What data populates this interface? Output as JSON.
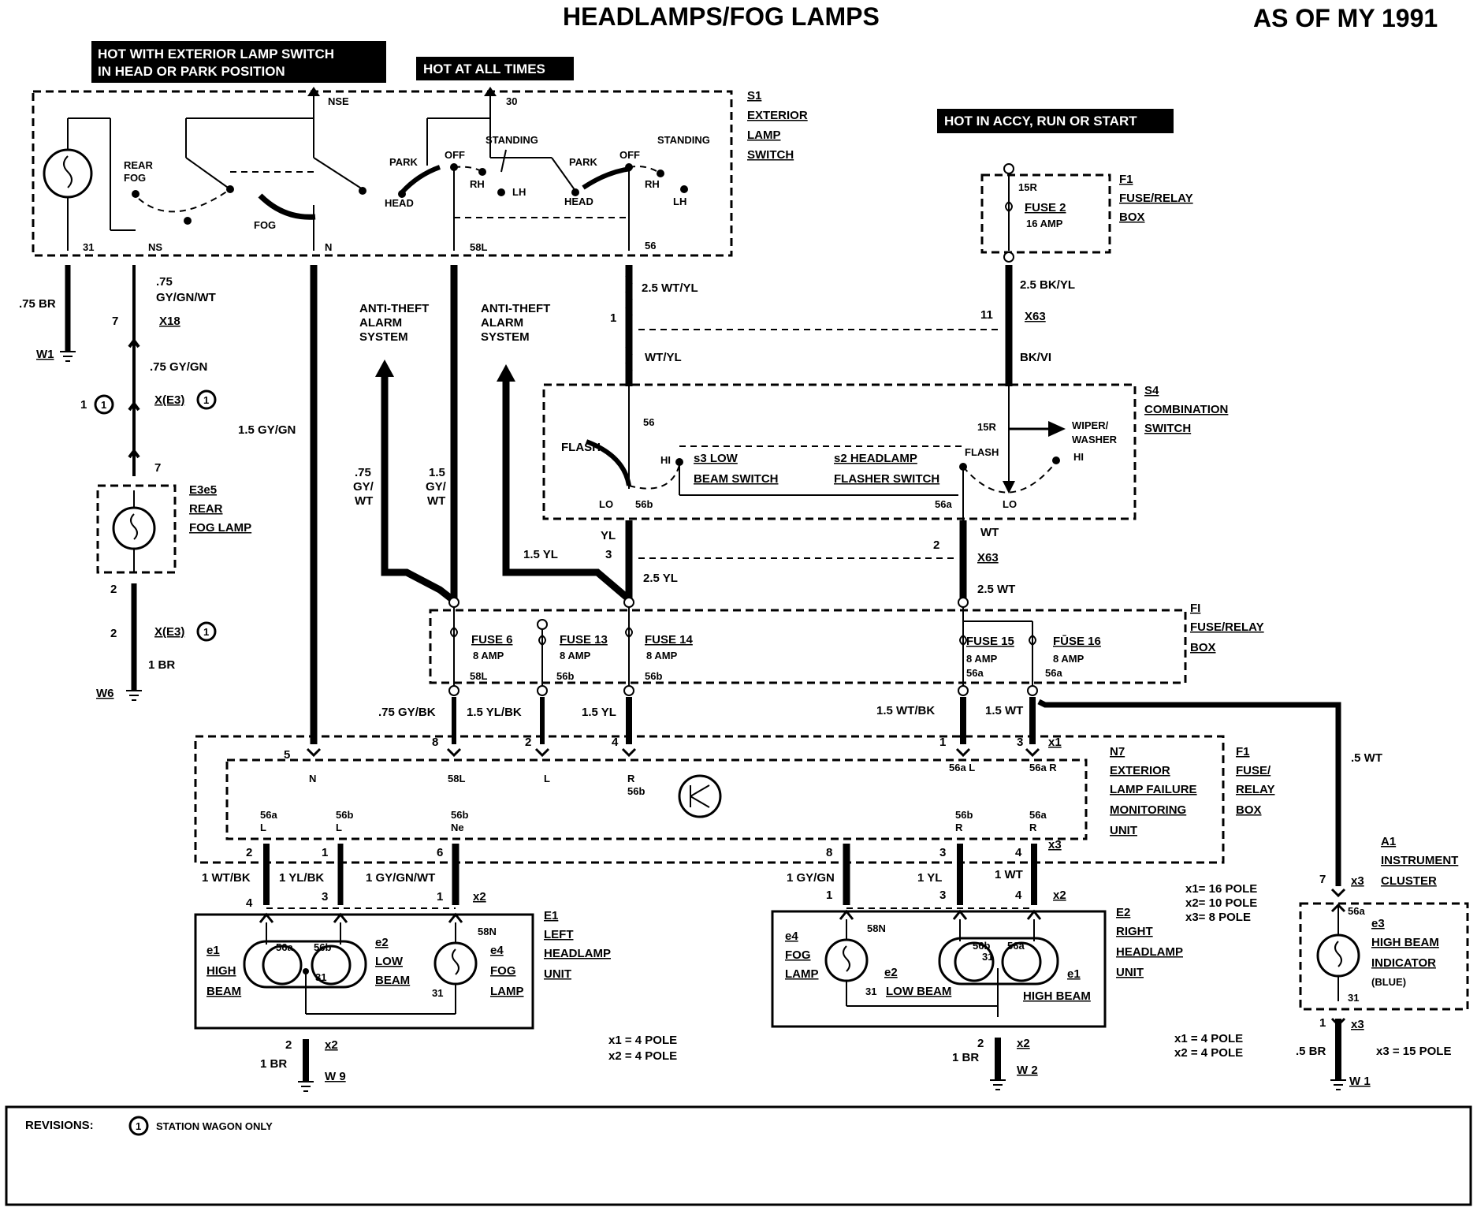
{
  "title": "HEADLAMPS/FOG LAMPS",
  "model_year": "AS OF MY 1991",
  "banners": {
    "ext_lamp_line1": "HOT WITH EXTERIOR LAMP SWITCH",
    "ext_lamp_line2": "IN HEAD OR PARK POSITION",
    "hot_always": "HOT AT ALL TIMES",
    "hot_accy": "HOT IN ACCY, RUN OR START"
  },
  "s1": {
    "id": "S1",
    "l1": "EXTERIOR",
    "l2": "LAMP",
    "l3": "SWITCH",
    "nse": "NSE",
    "t30": "30",
    "rear_fog_1": "REAR",
    "rear_fog_2": "FOG",
    "fog": "FOG",
    "park": "PARK",
    "off": "OFF",
    "standing": "STANDING",
    "head": "HEAD",
    "rh": "RH",
    "lh": "LH",
    "t31": "31",
    "tns": "NS",
    "tn": "N",
    "t58l": "58L",
    "t56": "56"
  },
  "f1_top": {
    "id": "F1",
    "l1": "FUSE/RELAY",
    "l2": "BOX",
    "t15r": "15R",
    "fuse": "FUSE 2",
    "amp": "16 AMP"
  },
  "s4": {
    "id": "S4",
    "l1": "COMBINATION",
    "l2": "SWITCH",
    "t56": "56",
    "t15r": "15R",
    "wiper1": "WIPER/",
    "wiper2": "WASHER",
    "flash": "FLASH",
    "hi": "HI",
    "lo": "LO",
    "s3a": "s3 LOW",
    "s3b": "BEAM SWITCH",
    "s2a": "s2 HEADLAMP",
    "s2b": "FLASHER SWITCH",
    "t56b": "56b",
    "t56a": "56a"
  },
  "wires": {
    "br75": ".75 BR",
    "gy_gn_wt_a": ".75",
    "gy_gn_wt_b": "GY/GN/WT",
    "gy_gn75": ".75 GY/GN",
    "gy_gn15": "1.5 GY/GN",
    "wt_yl25": "2.5 WT/YL",
    "wt_yl": "WT/YL",
    "bk_yl25": "2.5 BK/YL",
    "bk_vi": "BK/VI",
    "gy_wt75_a": ".75",
    "gy_wt75_b": "GY/",
    "gy_wt75_c": "WT",
    "gy_wt15_a": "1.5",
    "gy_wt15_b": "GY/",
    "gy_wt15_c": "WT",
    "yl": "YL",
    "yl15": "1.5 YL",
    "yl25": "2.5 YL",
    "wt": "WT",
    "wt25": "2.5 WT",
    "gy_bk75": ".75 GY/BK",
    "yl_bk15": "1.5 YL/BK",
    "yl15b": "1.5 YL",
    "wt_bk15": "1.5 WT/BK",
    "wt15": "1.5 WT",
    "wt5": ".5 WT",
    "br1": "1 BR",
    "wt_bk1": "1 WT/BK",
    "yl_bk1": "1 YL/BK",
    "gy_gn_wt1": "1 GY/GN/WT",
    "gy_gn1": "1 GY/GN",
    "yl1": "1 YL",
    "wt1": "1 WT",
    "br5": ".5 BR"
  },
  "anti_theft": {
    "l1": "ANTI-THEFT",
    "l2": "ALARM",
    "l3": "SYSTEM"
  },
  "connectors": {
    "x18": "X18",
    "xe3": "X(E3)",
    "x63": "X63",
    "x1": "x1",
    "x2": "x2",
    "x3": "x3",
    "w1": "W1",
    "w6": "W6",
    "w9": "W 9",
    "w2": "W 2",
    "w1b": "W 1"
  },
  "pins": {
    "p1": "1",
    "p2": "2",
    "p3": "3",
    "p4": "4",
    "p5": "5",
    "p6": "6",
    "p7": "7",
    "p8": "8",
    "p11": "11"
  },
  "e3e5": {
    "id": "E3e5",
    "l1": "REAR",
    "l2": "FOG LAMP"
  },
  "fusebox": {
    "id": "FI",
    "l1": "FUSE/RELAY",
    "l2": "BOX",
    "f6": "FUSE 6",
    "f13": "FUSE 13",
    "f14": "FUSE 14",
    "f15": "FUSE 15",
    "f16": "FŪSE 16",
    "amp8": "8 AMP",
    "amp8b": "8 AMP",
    "amp8c": "8 AMP",
    "amp8d": "8 AMP",
    "amp8e": "8 AMP",
    "t58l": "58L",
    "t56b": "56b",
    "t56b2": "56b",
    "t56a": "56a",
    "t56a2": "56a"
  },
  "n7": {
    "id": "N7",
    "l1": "EXTERIOR",
    "l2": "LAMP FAILURE",
    "l3": "MONITORING",
    "l4": "UNIT",
    "f1": "F1",
    "f1a": "FUSE/",
    "f1b": "RELAY",
    "f1c": "BOX",
    "n": "N",
    "t58l": "58L",
    "l": "L",
    "r": "R",
    "t56b": "56b",
    "t56al": "56a L",
    "t56ar": "56a R",
    "t56a": "56a",
    "t56bb": "56b",
    "t56bne": "56b",
    "ne": "Ne",
    "rr": "R",
    "ll": "L"
  },
  "e1": {
    "id": "E1",
    "l1": "LEFT",
    "l2": "HEADLAMP",
    "l3": "UNIT",
    "e1": "e1",
    "high": "HIGH",
    "beam": "BEAM",
    "e2": "e2",
    "low": "LOW",
    "beam2": "BEAM",
    "e4": "e4",
    "fog": "FOG",
    "lamp": "LAMP",
    "t56a": "56a",
    "t56b": "56b",
    "t31": "31",
    "t58n": "58N",
    "t31b": "31"
  },
  "e2": {
    "id": "E2",
    "l1": "RIGHT",
    "l2": "HEADLAMP",
    "l3": "UNIT",
    "e4": "e4",
    "fog": "FOG",
    "lamp": "LAMP",
    "t58n": "58N",
    "t31": "31",
    "e2": "e2",
    "low": "LOW BEAM",
    "e1": "e1",
    "high": "HIGH BEAM",
    "t56b": "56b",
    "t56a": "56a",
    "t31b": "31"
  },
  "a1": {
    "id": "A1",
    "l1": "INSTRUMENT",
    "l2": "CLUSTER",
    "e3": "e3",
    "hb1": "HIGH BEAM",
    "hb2": "INDICATOR",
    "blue": "(BLUE)",
    "t56a": "56a",
    "t31": "31"
  },
  "pole_notes": {
    "mid1": "x1= 16 POLE",
    "mid2": "x2= 10 POLE",
    "mid3": "x3= 8 POLE",
    "left1": "x1 = 4 POLE",
    "left2": "x2 = 4 POLE",
    "right1": "x1 = 4 POLE",
    "right2": "x2 = 4 POLE",
    "x3_15": "x3 = 15 POLE"
  },
  "revisions": {
    "label": "REVISIONS:",
    "circle": "1",
    "note": "STATION WAGON ONLY"
  }
}
